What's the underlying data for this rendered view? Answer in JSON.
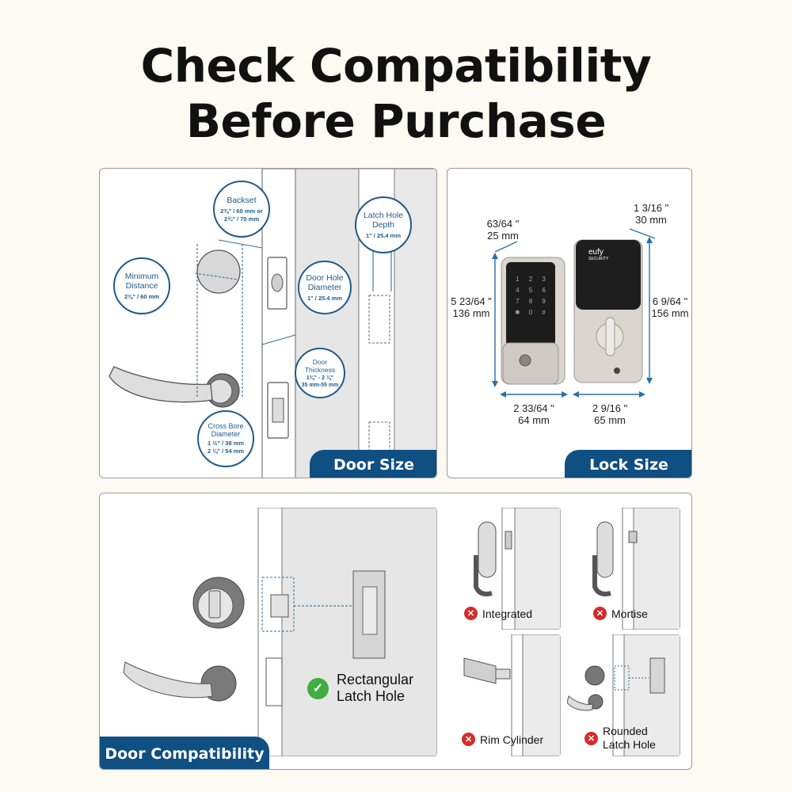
{
  "title": {
    "line1": "Check Compatibility",
    "line2": "Before Purchase"
  },
  "door_size": {
    "tab": "Door Size",
    "backset": {
      "heading": "Backset",
      "value": "2⅜\" / 60 mm or 2¾\" / 70 mm"
    },
    "min_distance": {
      "heading_1": "Minimum",
      "heading_2": "Distance",
      "value": "2⅜\" / 60 mm"
    },
    "door_hole": {
      "heading_1": "Door Hole",
      "heading_2": "Diameter",
      "value": "1\" / 25.4 mm"
    },
    "door_thickness": {
      "heading_1": "Door",
      "heading_2": "Thickness",
      "value_1": "1⅜\" - 2 ⅛\"",
      "value_2": "35 mm-55 mm"
    },
    "cross_bore": {
      "heading_1": "Cross Bore",
      "heading_2": "Diameter",
      "value_1": "1 ½\" / 38 mm",
      "value_2": "2 ⅛\" / 54 mm"
    },
    "latch_depth": {
      "heading_1": "Latch Hole",
      "heading_2": "Depth",
      "value": "1\" / 25.4 mm"
    }
  },
  "lock_size": {
    "tab": "Lock Size",
    "brand_1": "eufy",
    "brand_2": "SECURITY",
    "keypad_keys": [
      "1",
      "2",
      "3",
      "4",
      "5",
      "6",
      "7",
      "8",
      "9",
      "✱",
      "0",
      "#"
    ],
    "front_depth": {
      "frac": "63/64 \"",
      "mm": "25 mm"
    },
    "back_depth": {
      "frac": "1 3/16 \"",
      "mm": "30 mm"
    },
    "front_height": {
      "frac": "5 23/64 \"",
      "mm": "136 mm"
    },
    "back_height": {
      "frac": "6 9/64 \"",
      "mm": "156 mm"
    },
    "front_width": {
      "frac": "2 33/64 \"",
      "mm": "64 mm"
    },
    "back_width": {
      "frac": "2 9/16 \"",
      "mm": "65 mm"
    }
  },
  "door_compat": {
    "tab": "Door Compatibility",
    "rect_1": "Rectangular",
    "rect_2": "Latch Hole",
    "check_icon": "check-icon",
    "x_icon": "x-icon",
    "integrated": "Integrated",
    "mortise": "Mortise",
    "rim": "Rim Cylinder",
    "rounded_1": "Rounded",
    "rounded_2": "Latch Hole"
  },
  "colors": {
    "accent": "#0f4f82",
    "ok": "#3fae3f",
    "no": "#d62b2b"
  }
}
